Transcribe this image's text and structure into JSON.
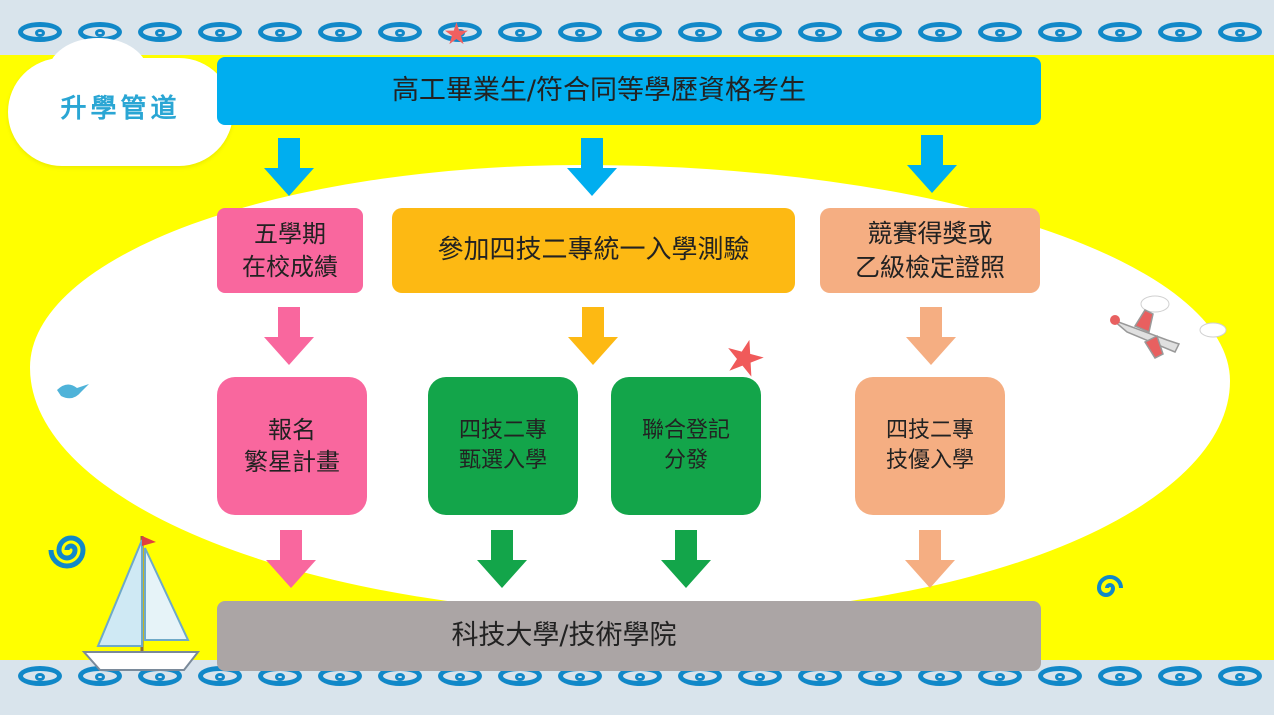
{
  "badge": {
    "text": "升學管道"
  },
  "nodes": {
    "top": "高工畢業生/符合同等學歷資格考生",
    "left_top": "五學期\n在校成績",
    "mid_top": "參加四技二專統一入學測驗",
    "right_top": "競賽得獎或\n乙級檢定證照",
    "pink_mid": "報名\n繁星計畫",
    "green_a": "四技二專\n甄選入學",
    "green_b": "聯合登記\n分發",
    "peach_mid": "四技二專\n技優入學",
    "bottom": "科技大學/技術學院"
  },
  "colors": {
    "blue": "#00aeef",
    "pink": "#f9679e",
    "orange": "#fdb913",
    "peach": "#f5ae82",
    "green": "#13a54a",
    "gray": "#aba5a5",
    "background": "#ffff00"
  },
  "icons": [
    "student-studying-icon",
    "school-building-icon",
    "sailboat-icon",
    "airplane-icon",
    "star-icon",
    "bird-icon",
    "swirl-icon"
  ]
}
